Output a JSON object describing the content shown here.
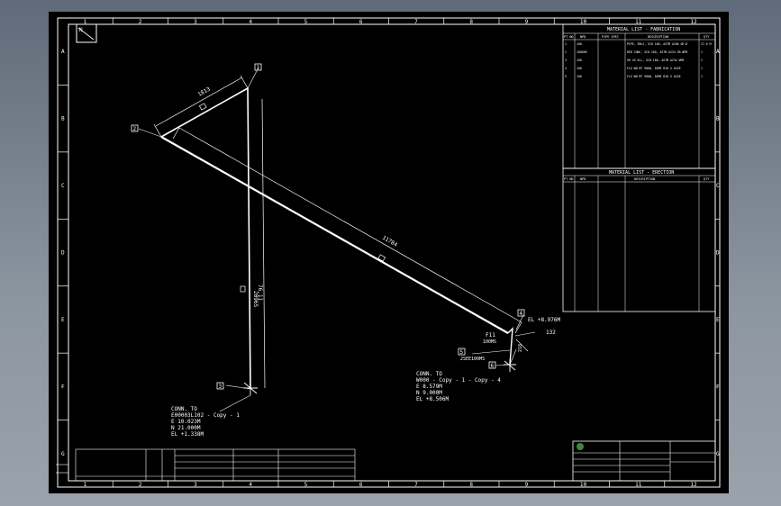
{
  "grid": {
    "columns": [
      "1",
      "2",
      "3",
      "4",
      "5",
      "6",
      "7",
      "8",
      "9",
      "10",
      "11",
      "12"
    ],
    "rows": [
      "A",
      "B",
      "C",
      "D",
      "E",
      "F",
      "G"
    ]
  },
  "north_marker": "N",
  "tags": {
    "t1": "1",
    "t2": "2",
    "t3": "3",
    "t4": "4",
    "t5": "5",
    "t6": "6"
  },
  "dims": {
    "d_top": "1813",
    "d_diag": "11784",
    "d_vert": "20965",
    "d_vert2": "76.11",
    "d_small": "218",
    "d_right": "132",
    "elev": "EL +8.976M"
  },
  "callouts": {
    "fit_tag": "F11",
    "fit_code": "100MS",
    "pipe_spec": "2SEE100MS"
  },
  "conn1": {
    "title": "CONN. TO",
    "ref": "E00003L102 - Copy - 1",
    "e": "E 10.023M",
    "n": "N 21.000M",
    "el": "EL +1.338M"
  },
  "conn2": {
    "title": "CONN. TO",
    "ref": "W000 - Copy - 1 - Copy - 4",
    "e": "E 8.579M",
    "n": "N 9.000M",
    "el": "EL +8.506M"
  },
  "mat_fab": {
    "title": "MATERIAL LIST - FABRICATION",
    "headers": [
      "PT NO",
      "NPD",
      "PIPE SPEC",
      "DESCRIPTION",
      "QTY"
    ],
    "rows": [
      [
        "1",
        "100",
        "",
        "PIPE, SMLS, SCH 160, ASTM A106 GR.B",
        "17.6 M"
      ],
      [
        "2",
        "100X80",
        "",
        "RED CONC, SCH 160, ASTM A234 GR.WPB",
        "1"
      ],
      [
        "3",
        "100",
        "",
        "90 LR ELL, SCH 160, ASTM A234 WPB",
        "2"
      ],
      [
        "4",
        "100",
        "",
        "FLG WN RF 900#, ASME B16.5 A105",
        "1"
      ],
      [
        "5",
        "100",
        "",
        "FLG WN RF 900#, ASME B16.5 A105",
        "1"
      ]
    ]
  },
  "mat_erec": {
    "title": "MATERIAL LIST - ERECTION",
    "headers": [
      "PT NO",
      "NPD",
      "DESCRIPTION",
      "QTY"
    ]
  }
}
